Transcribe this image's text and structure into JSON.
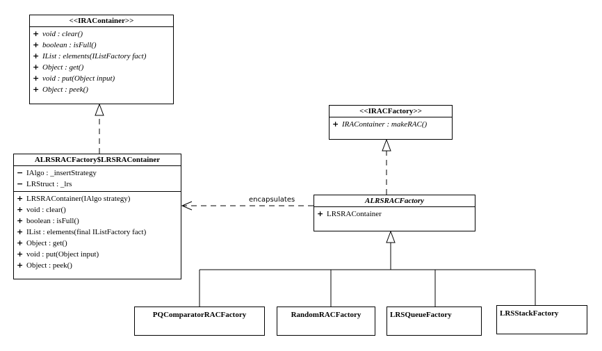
{
  "iracontainer": {
    "title": "<<IRAContainer>>",
    "ops": [
      {
        "vis": "+",
        "text": "void : clear()"
      },
      {
        "vis": "+",
        "text": "boolean : isFull()"
      },
      {
        "vis": "+",
        "text": "IList : elements(IListFactory fact)"
      },
      {
        "vis": "+",
        "text": "Object : get()"
      },
      {
        "vis": "+",
        "text": "void : put(Object input)"
      },
      {
        "vis": "+",
        "text": "Object : peek()"
      }
    ]
  },
  "lrsracontainer": {
    "title": "ALRSRACFactory$LRSRAContainer",
    "attrs": [
      {
        "vis": "−",
        "text": "IAlgo : _insertStrategy"
      },
      {
        "vis": "−",
        "text": "LRStruct : _lrs"
      }
    ],
    "ops": [
      {
        "vis": "+",
        "text": "LRSRAContainer(IAlgo strategy)"
      },
      {
        "vis": "+",
        "text": "void : clear()"
      },
      {
        "vis": "+",
        "text": "boolean : isFull()"
      },
      {
        "vis": "+",
        "text": "IList : elements(final IListFactory fact)"
      },
      {
        "vis": "+",
        "text": "Object : get()"
      },
      {
        "vis": "+",
        "text": "void : put(Object input)"
      },
      {
        "vis": "+",
        "text": "Object : peek()"
      }
    ]
  },
  "iracfactory": {
    "title": "<<IRACFactory>>",
    "ops": [
      {
        "vis": "+",
        "text": "IRAContainer : makeRAC()"
      }
    ]
  },
  "alrsracfactory": {
    "title": "ALRSRACFactory",
    "attrs": [
      {
        "vis": "+",
        "text": "LRSRAContainer"
      }
    ]
  },
  "encapsulates_label": "encapsulates",
  "subclasses": [
    "PQComparatorRACFactory",
    "RandomRACFactory",
    "LRSQueueFactory",
    "LRSStackFactory"
  ]
}
